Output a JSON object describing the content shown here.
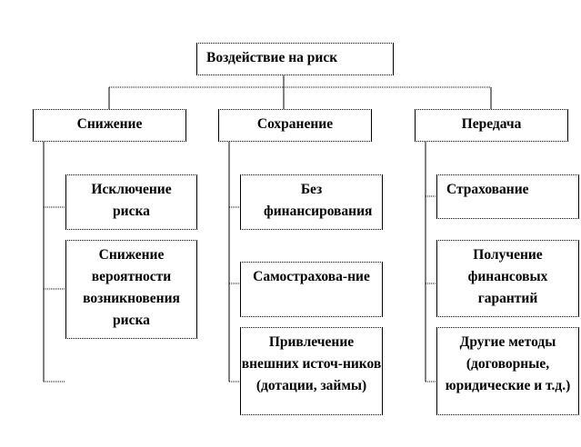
{
  "root": "Воздействие на риск",
  "branches": [
    {
      "label": "Снижение",
      "children": [
        "Исключение риска",
        "Снижение вероятности возникновения риска"
      ]
    },
    {
      "label": "Сохранение",
      "children": [
        "Без финансирования",
        "Самострахова-ние",
        "Привлечение внешних источ-ников (дотации, займы)"
      ]
    },
    {
      "label": "Передача",
      "children": [
        "Страхование",
        "Получение финансовых гарантий",
        "Другие методы (договорные, юридические и т.д.)"
      ]
    }
  ]
}
